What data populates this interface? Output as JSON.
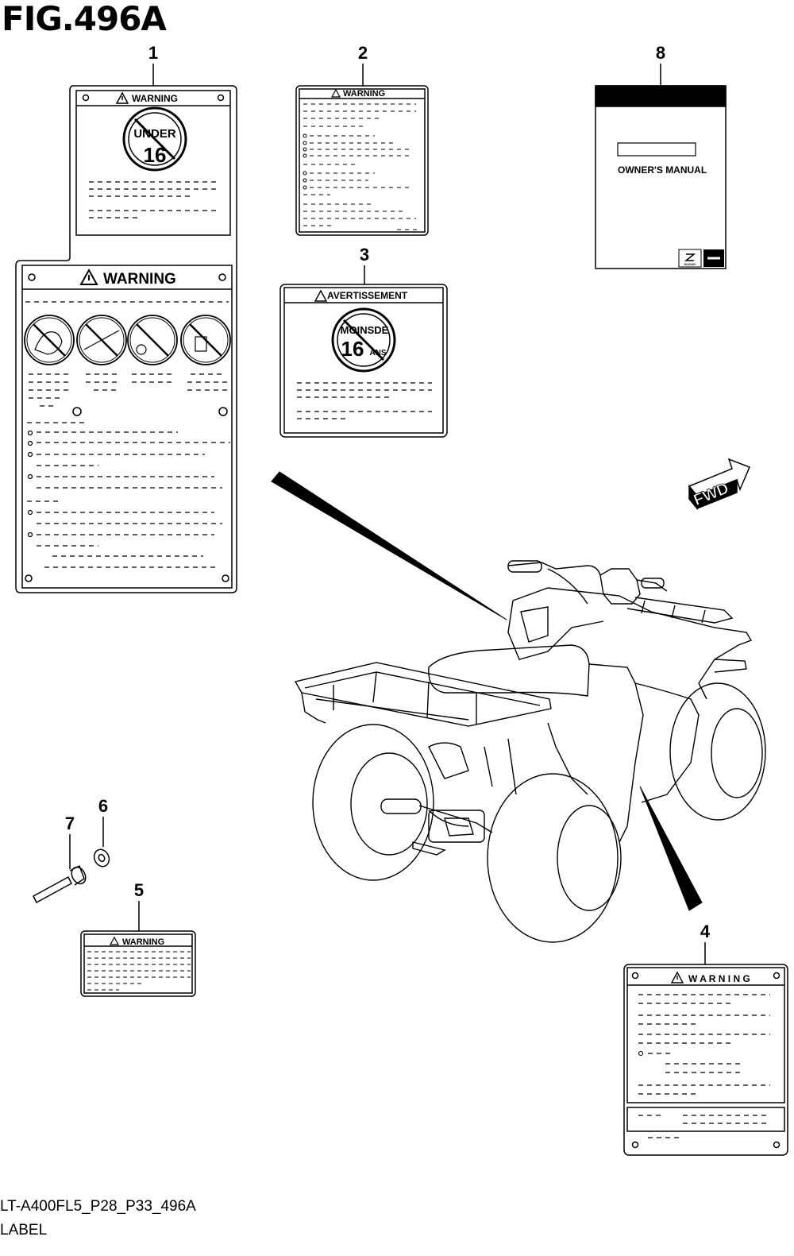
{
  "figure": {
    "title": "FIG.496A",
    "code": "LT-A400FL5_P28_P33_496A",
    "section": "LABEL"
  },
  "callouts": [
    "1",
    "2",
    "3",
    "4",
    "5",
    "6",
    "7",
    "8"
  ],
  "labels": {
    "warning": "WARNING",
    "under": "UNDER",
    "age": "16",
    "avertissement": "AVERTISSEMENT",
    "moins_de": "MOINSDE",
    "ans": "ANS",
    "warning_spaced": "W A R N I N G",
    "owners_manual": "OWNER'S MANUAL",
    "brand": "SUZUKI",
    "fwd": "FWD"
  }
}
